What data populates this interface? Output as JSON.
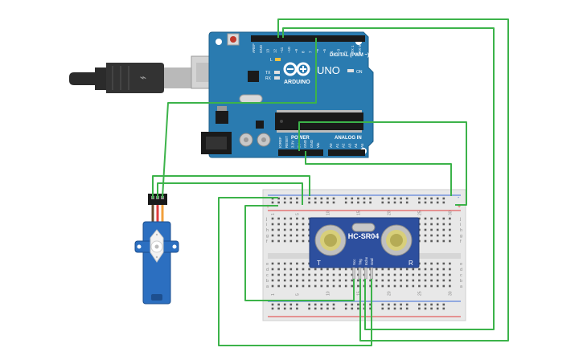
{
  "colors": {
    "board": "#2a7bb0",
    "board_dark": "#1d5f8a",
    "wire": "#3cb34a",
    "breadboard": "#e8e8e8",
    "rail_red": "#e03b3b",
    "rail_blue": "#3b6ad8",
    "sensor": "#2d4f9e",
    "servo": "#2c6fc0",
    "usb": "#2b2b2b"
  },
  "arduino": {
    "brand": "ARDUINO",
    "model": "UNO",
    "digital_label": "DIGITAL (PWM ~)",
    "power_label": "POWER",
    "analog_label": "ANALOG IN",
    "led_on": "ON",
    "led_l": "L",
    "led_tx": "TX",
    "led_rx": "RX",
    "digital_pins": [
      "AREF",
      "GND",
      "13",
      "12",
      "~11",
      "~10",
      "~9",
      "8",
      "7",
      "~6",
      "~5",
      "4",
      "~3",
      "2",
      "TX 1",
      "RX 0"
    ],
    "power_pins": [
      "IOREF",
      "RESET",
      "3.3V",
      "5V",
      "GND",
      "GND",
      "Vin"
    ],
    "analog_pins": [
      "A0",
      "A1",
      "A2",
      "A3",
      "A4",
      "A5"
    ]
  },
  "sensor": {
    "model": "HC-SR04",
    "left_mark": "T",
    "right_mark": "R",
    "pins": [
      "Vcc",
      "Trig",
      "Echo",
      "Gnd"
    ]
  },
  "breadboard": {
    "row_letters_top": [
      "j",
      "i",
      "h",
      "g",
      "f"
    ],
    "row_letters_bottom": [
      "e",
      "d",
      "c",
      "b",
      "a"
    ],
    "column_numbers": [
      "1",
      "5",
      "10",
      "15",
      "20",
      "25",
      "30"
    ],
    "rail_plus": "+",
    "rail_minus": "-"
  }
}
